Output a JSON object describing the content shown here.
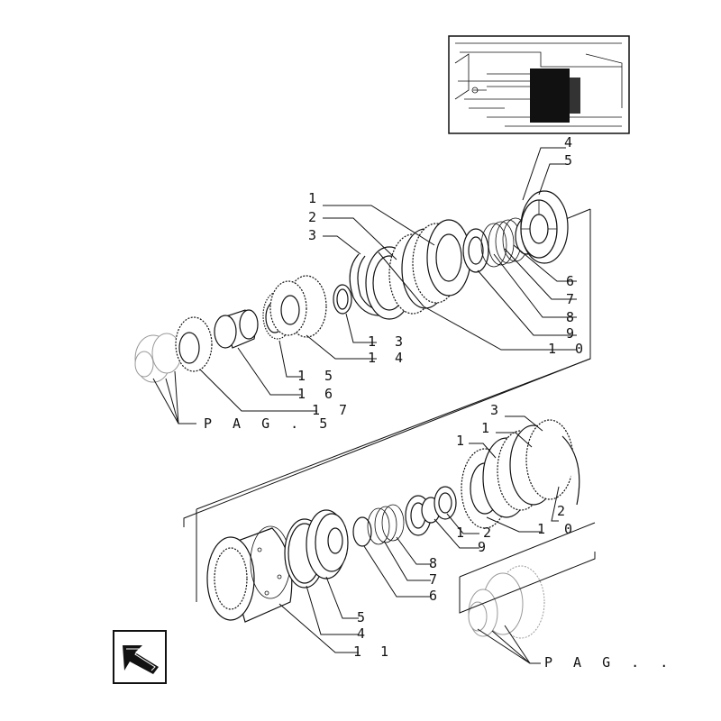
{
  "upper_group": {
    "callouts": [
      "1",
      "2",
      "3",
      "4",
      "5",
      "6",
      "7",
      "8",
      "9",
      "1 0",
      "1 3",
      "1 4",
      "1 5",
      "1 6",
      "1 7"
    ],
    "page_ref": "P A G .   5"
  },
  "lower_group": {
    "callouts": [
      "3",
      "1",
      "1",
      "2",
      "1 0",
      "1 2",
      "9",
      "8",
      "7",
      "6",
      "5",
      "4",
      "1 1"
    ],
    "page_ref": "P A G .   ."
  },
  "nav_arrow": "arrow-nav-icon",
  "colors": {
    "line": "#111111",
    "ghost": "#999999",
    "background": "#ffffff"
  }
}
